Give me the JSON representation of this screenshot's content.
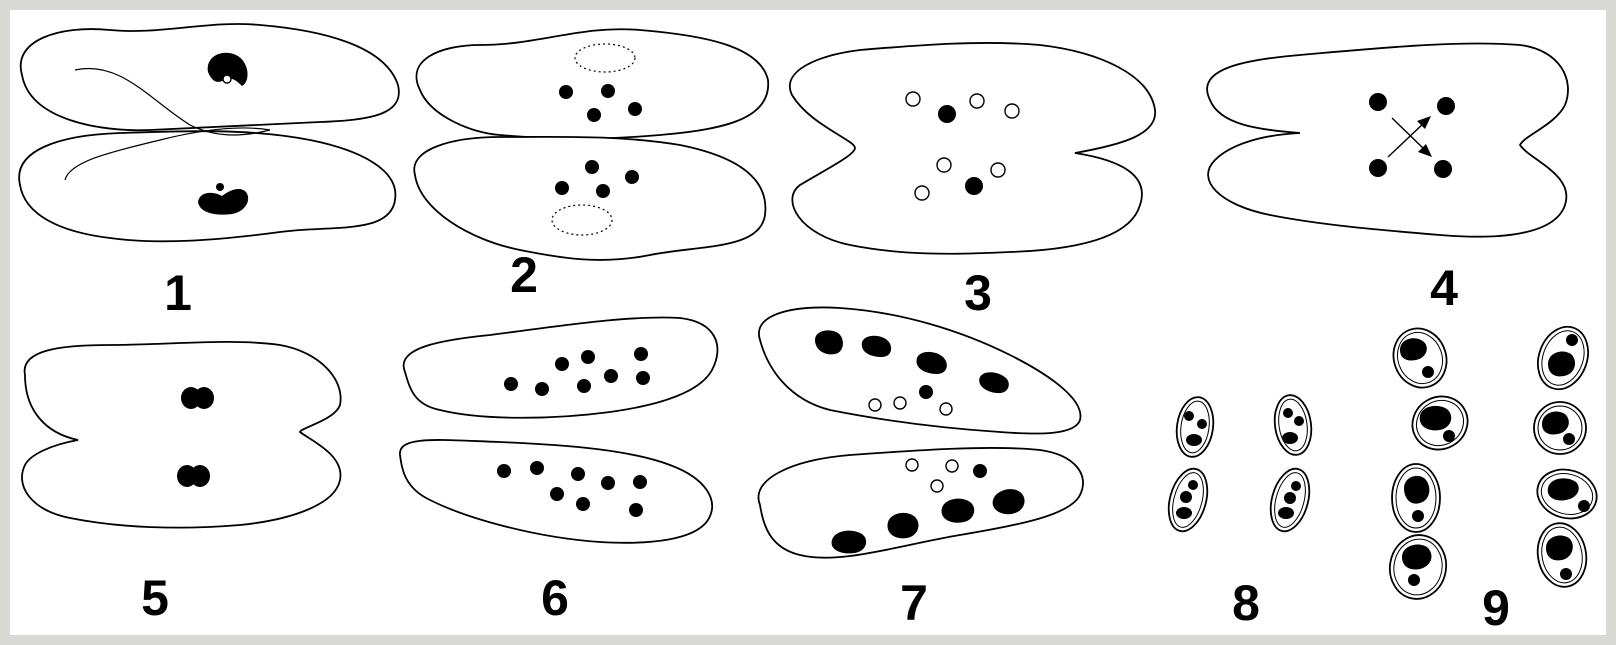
{
  "figure": {
    "stages": [
      {
        "id": "1",
        "label": "1"
      },
      {
        "id": "2",
        "label": "2"
      },
      {
        "id": "3",
        "label": "3"
      },
      {
        "id": "4",
        "label": "4"
      },
      {
        "id": "5",
        "label": "5"
      },
      {
        "id": "6",
        "label": "6"
      },
      {
        "id": "7",
        "label": "7"
      },
      {
        "id": "8",
        "label": "8"
      },
      {
        "id": "9",
        "label": "9"
      }
    ],
    "colors": {
      "frame": "#d8d8d4",
      "background": "#ffffff",
      "ink": "#000000"
    }
  }
}
